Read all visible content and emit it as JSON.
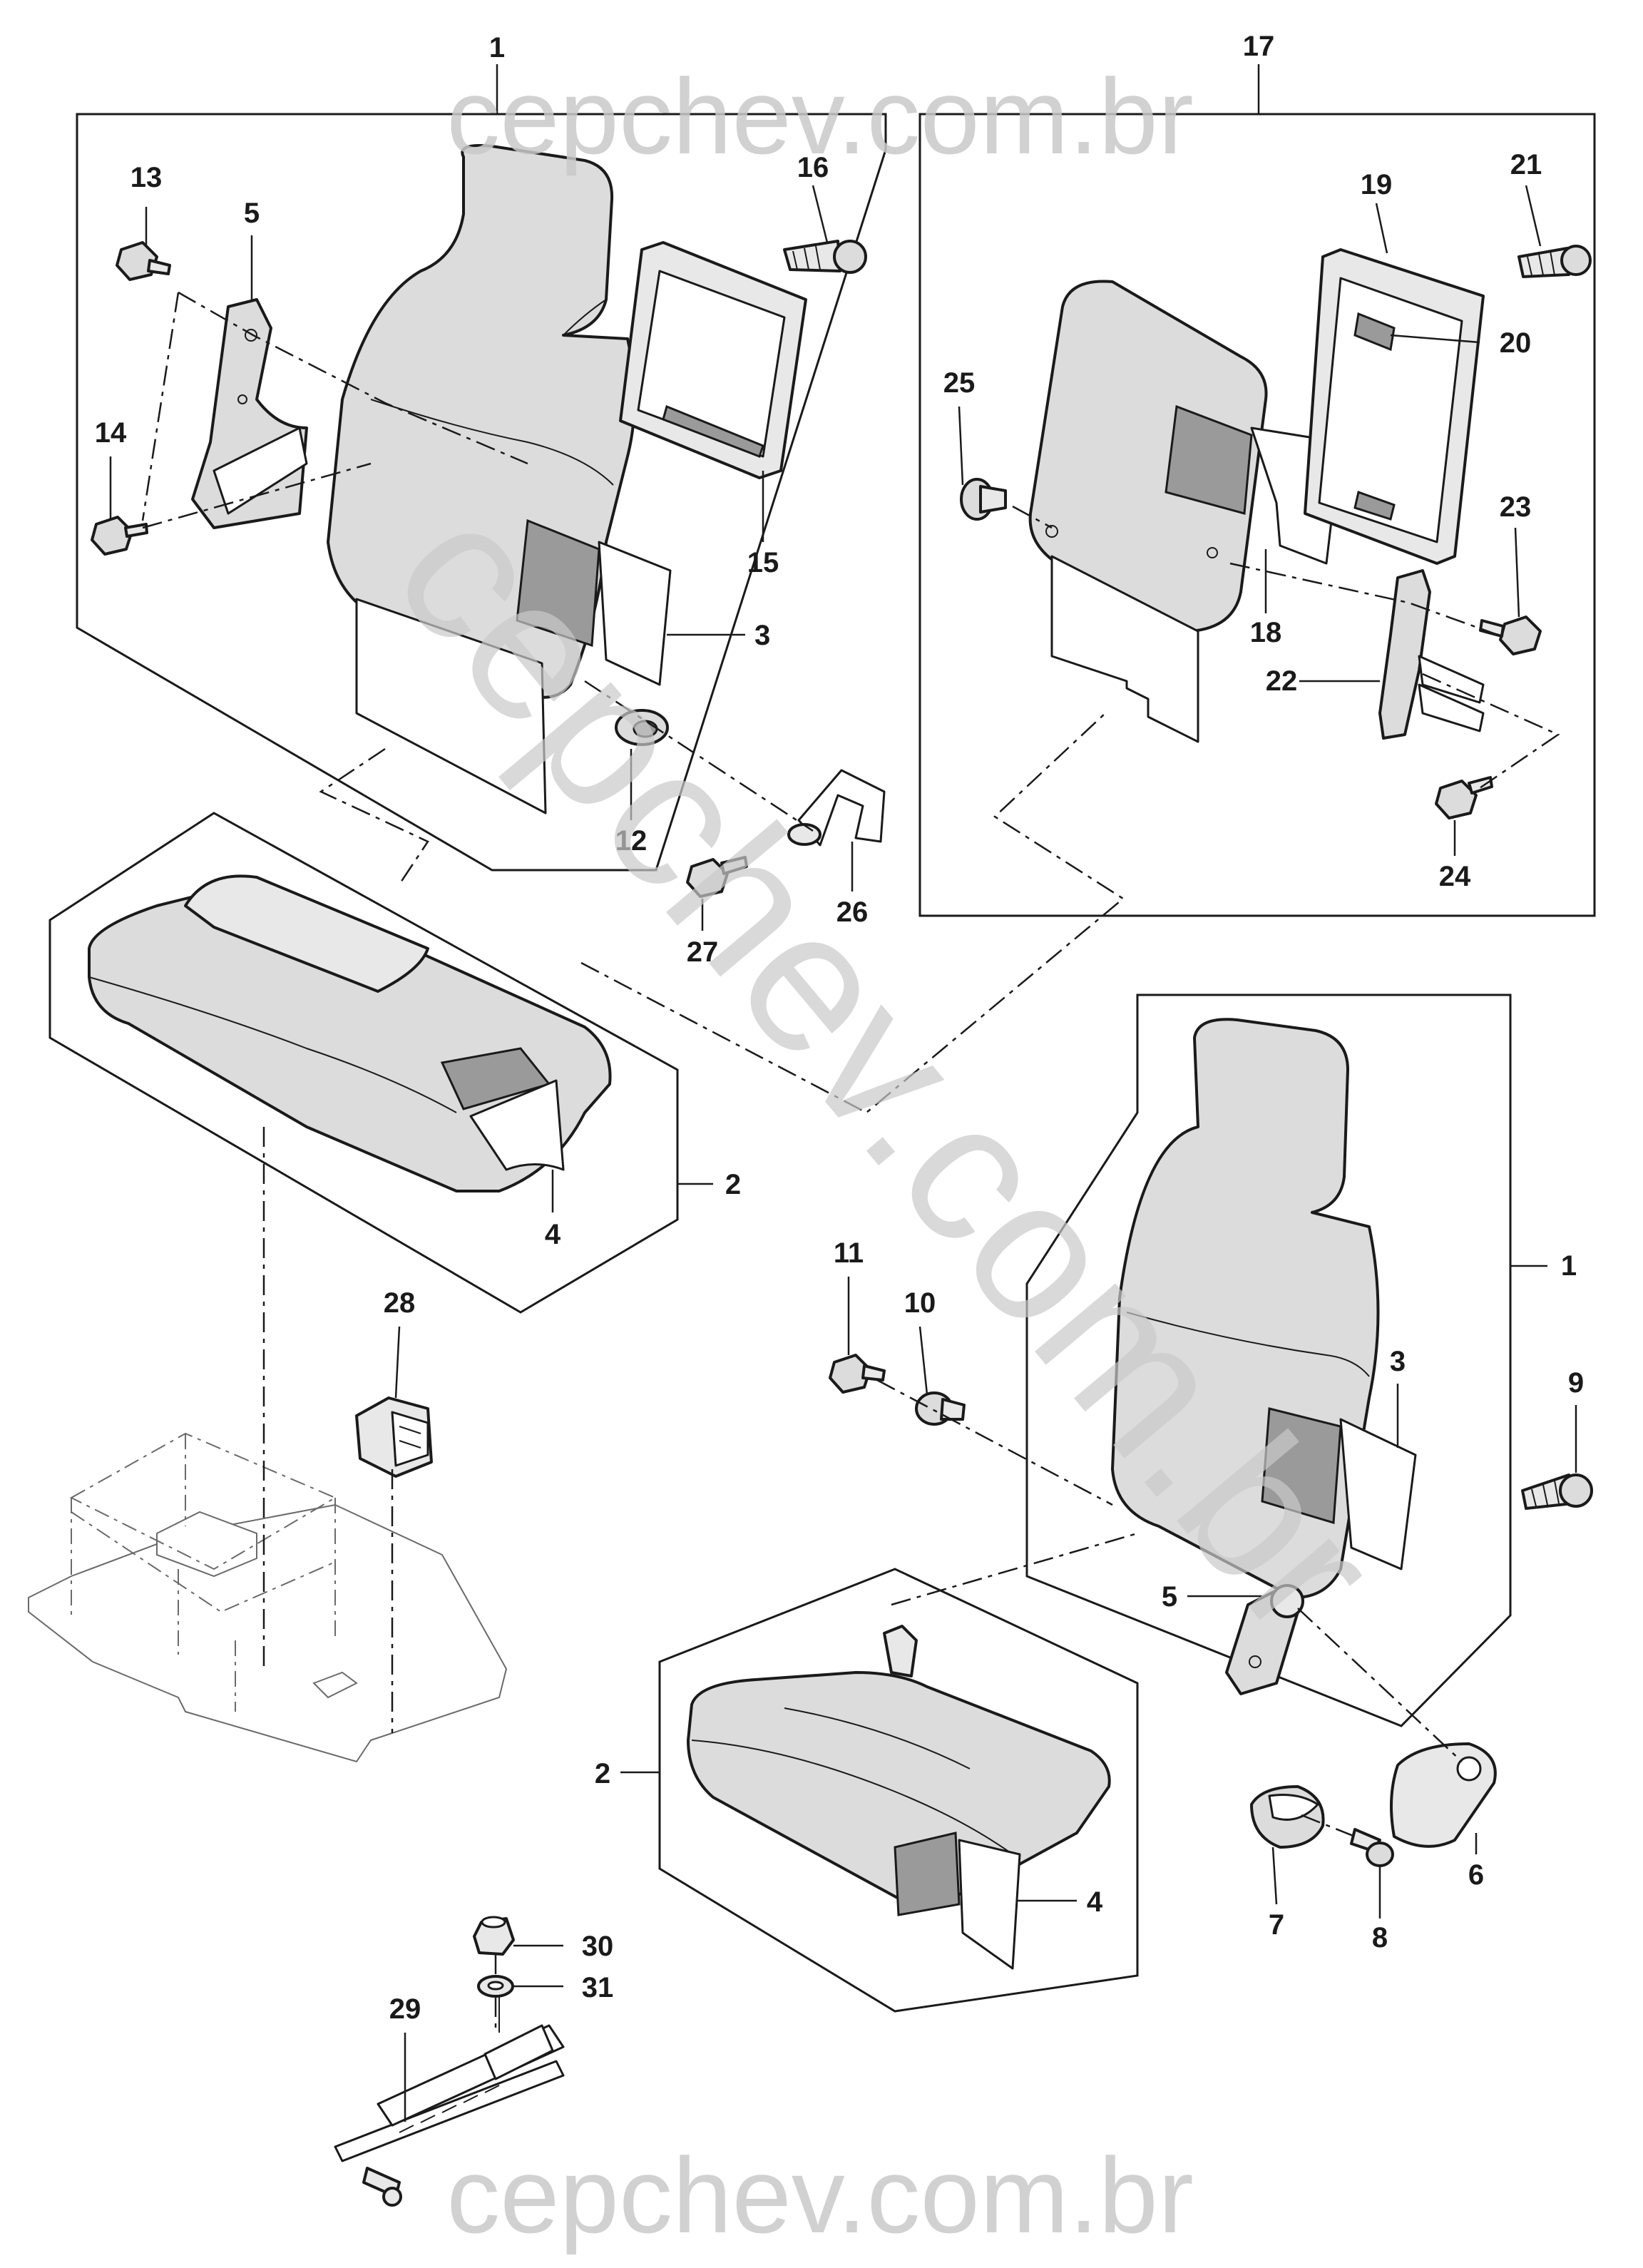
{
  "watermark": {
    "top": "cepchev.com.br",
    "diagonal": "cepchev.com.br",
    "bottom": "cepchev.com.br"
  },
  "callouts": {
    "c1_top": "1",
    "c17": "17",
    "c13": "13",
    "c5_top": "5",
    "c16": "16",
    "c19": "19",
    "c21": "21",
    "c20": "20",
    "c14": "14",
    "c25": "25",
    "c15": "15",
    "c23": "23",
    "c3_top": "3",
    "c18": "18",
    "c22": "22",
    "c12": "12",
    "c26": "26",
    "c24": "24",
    "c27": "27",
    "c2_left": "2",
    "c4_left": "4",
    "c1_right": "1",
    "c11": "11",
    "c10": "10",
    "c28": "28",
    "c3_right": "3",
    "c9": "9",
    "c5_right": "5",
    "c2_right": "2",
    "c6": "6",
    "c4_right": "4",
    "c7": "7",
    "c8": "8",
    "c30": "30",
    "c31": "31",
    "c29": "29"
  }
}
